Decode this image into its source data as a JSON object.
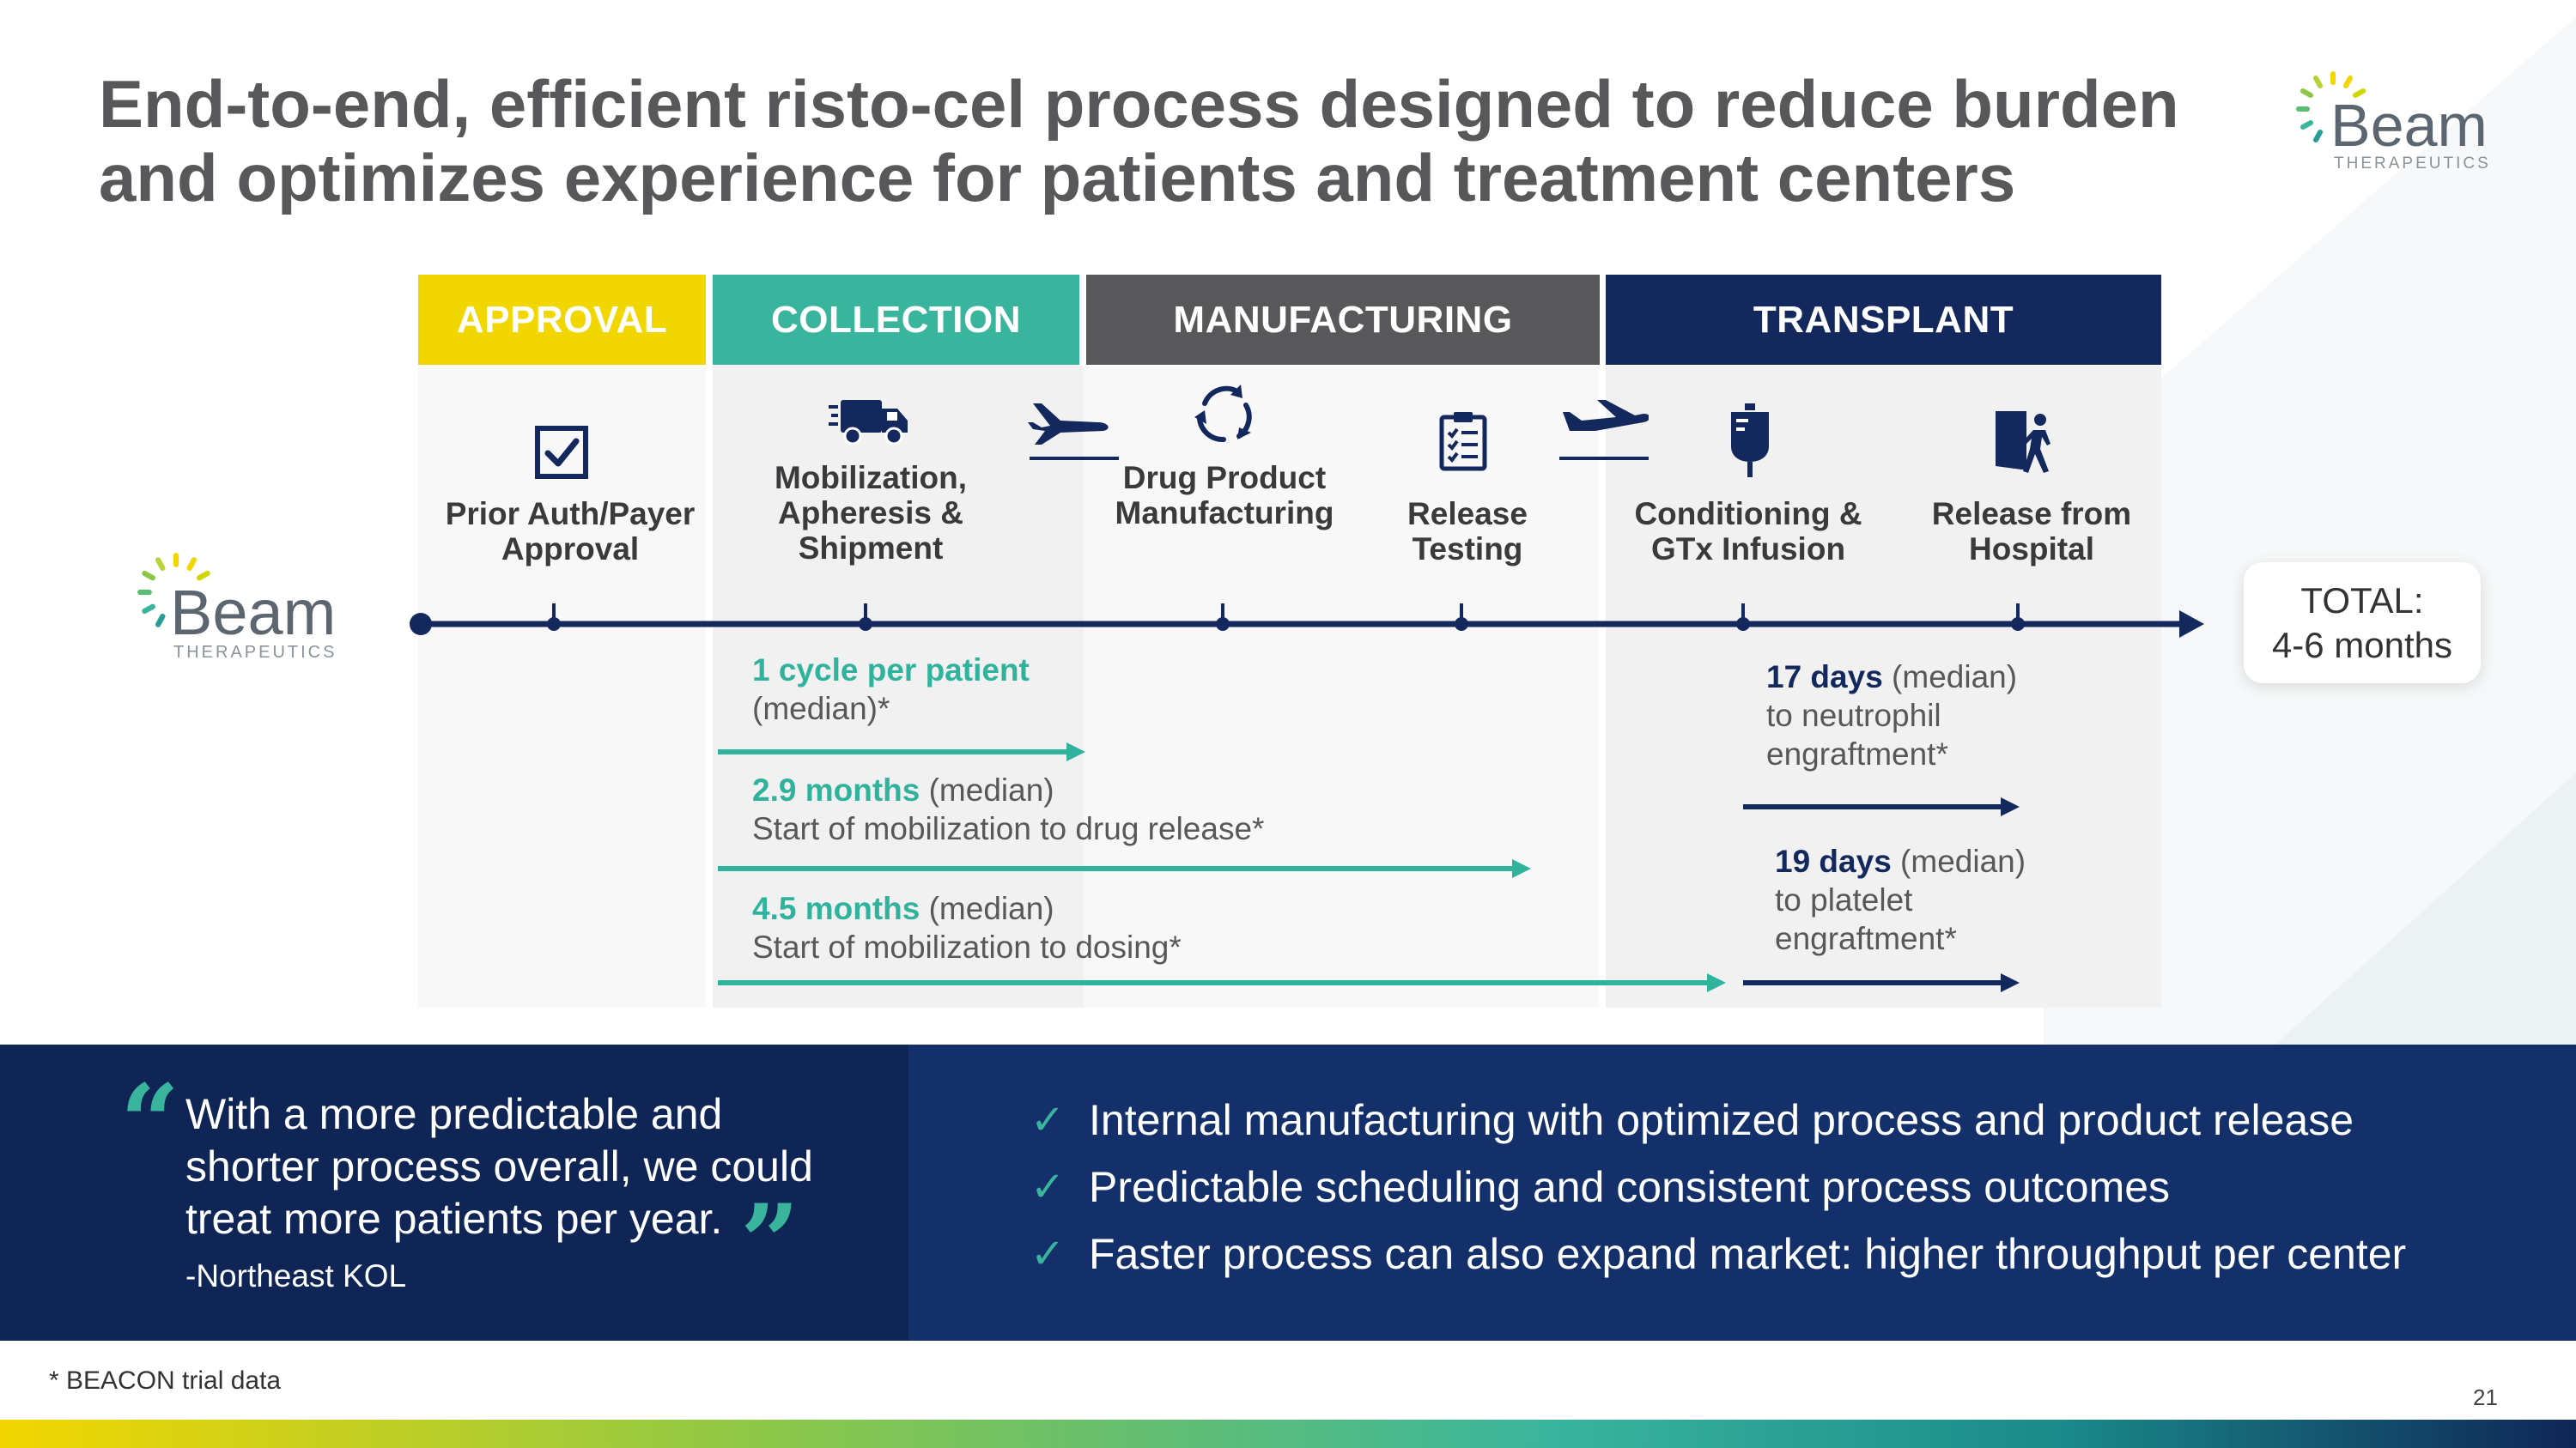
{
  "title": "End-to-end, efficient risto-cel process designed to reduce burden and optimizes experience for patients and treatment centers",
  "logo": {
    "name": "Beam",
    "sub": "THERAPEUTICS"
  },
  "phases": [
    {
      "label": "APPROVAL",
      "color": "#f2d600"
    },
    {
      "label": "COLLECTION",
      "color": "#3ab59d"
    },
    {
      "label": "MANUFACTURING",
      "color": "#58585a"
    },
    {
      "label": "TRANSPLANT",
      "color": "#13295e"
    }
  ],
  "steps": [
    {
      "label": "Prior Auth/Payer Approval",
      "icon": "checkbox-icon"
    },
    {
      "label": "Mobilization, Apheresis & Shipment",
      "icon": "truck-icon"
    },
    {
      "label": "Drug Product Manufacturing",
      "icon": "cycle-icon"
    },
    {
      "label": "Release Testing",
      "icon": "clipboard-icon"
    },
    {
      "label": "Conditioning & GTx Infusion",
      "icon": "iv-bag-icon"
    },
    {
      "label": "Release from Hospital",
      "icon": "exit-icon"
    }
  ],
  "transit_icons": [
    "airplane-icon",
    "airplane-icon"
  ],
  "total": {
    "label": "TOTAL:",
    "value": "4-6 months"
  },
  "annotations": {
    "cycle": {
      "highlight": "1 cycle per patient",
      "rest": "(median)*"
    },
    "drug_release": {
      "highlight": "2.9 months",
      "rest": " (median)",
      "line2": "Start of mobilization to drug release*"
    },
    "dosing": {
      "highlight": "4.5 months",
      "rest": " (median)",
      "line2": "Start of mobilization to dosing*"
    },
    "neutrophil": {
      "highlight": "17 days",
      "rest": " (median)",
      "line2": "to neutrophil",
      "line3": "engraftment*"
    },
    "platelet": {
      "highlight": "19 days",
      "rest": " (median)",
      "line2": "to platelet",
      "line3": "engraftment*"
    }
  },
  "quote": {
    "text": "With a more predictable and shorter process overall, we could treat more patients per year.",
    "attribution": "-Northeast KOL"
  },
  "bullets": [
    "Internal manufacturing with optimized process and product release",
    "Predictable scheduling and consistent process outcomes",
    "Faster process can also expand market: higher throughput per center"
  ],
  "footnote": "* BEACON trial data",
  "page_number": "21"
}
